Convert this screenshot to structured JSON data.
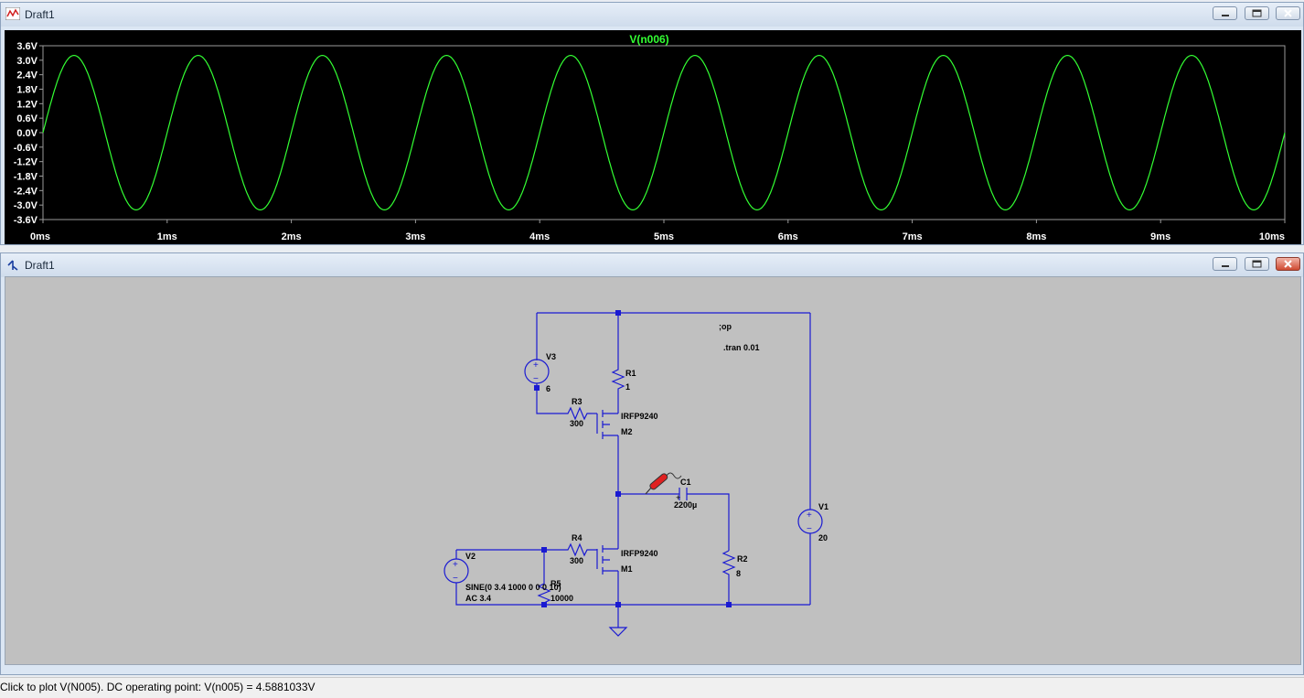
{
  "plot_window": {
    "title": "Draft1",
    "icon": "waveform-icon"
  },
  "schematic_window": {
    "title": "Draft1",
    "icon": "schematic-icon"
  },
  "chart_data": {
    "type": "line",
    "title": "V(n006)",
    "xlabel": "",
    "ylabel": "",
    "x_ticks": [
      "0ms",
      "1ms",
      "2ms",
      "3ms",
      "4ms",
      "5ms",
      "6ms",
      "7ms",
      "8ms",
      "9ms",
      "10ms"
    ],
    "y_ticks": [
      "3.6V",
      "3.0V",
      "2.4V",
      "1.8V",
      "1.2V",
      "0.6V",
      "0.0V",
      "-0.6V",
      "-1.2V",
      "-1.8V",
      "-2.4V",
      "-3.0V",
      "-3.6V"
    ],
    "xlim": [
      0,
      10
    ],
    "ylim": [
      -3.6,
      3.6
    ],
    "grid": false,
    "series": [
      {
        "name": "V(n006)",
        "color": "#33ff33",
        "amplitude": 3.2,
        "frequency_khz": 1.0,
        "cycles": 10
      }
    ]
  },
  "schematic": {
    "directives": {
      "op": ";op",
      "tran": ".tran 0.01"
    },
    "components": {
      "V3": {
        "name": "V3",
        "value": "6"
      },
      "R1": {
        "name": "R1",
        "value": "1"
      },
      "R3": {
        "name": "R3",
        "value": "300"
      },
      "M2": {
        "name": "M2",
        "model": "IRFP9240"
      },
      "C1": {
        "name": "C1",
        "value": "2200µ"
      },
      "V1": {
        "name": "V1",
        "value": "20"
      },
      "R4": {
        "name": "R4",
        "value": "300"
      },
      "M1": {
        "name": "M1",
        "model": "IRFP9240"
      },
      "R2": {
        "name": "R2",
        "value": "8"
      },
      "V2": {
        "name": "V2",
        "value": "SINE(0 3.4 1000 0 0 0 10)",
        "ac": "AC 3.4"
      },
      "R5": {
        "name": "R5",
        "value": "10000"
      }
    }
  },
  "colors": {
    "wire": "#1a1ad2",
    "trace": "#33ff33",
    "plot_bg": "#000000",
    "schematic_bg": "#c0c0c0"
  },
  "status_bar": {
    "text": "Click to plot V(N005).  DC operating point: V(n005) = 4.5881033V"
  }
}
